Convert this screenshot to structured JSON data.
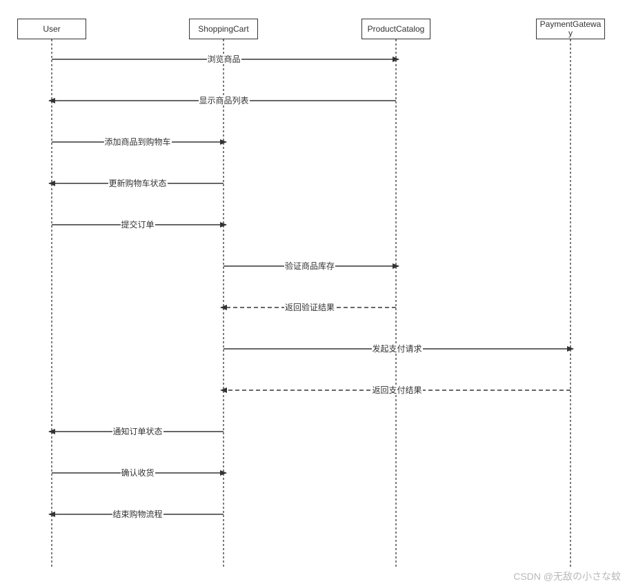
{
  "participants": [
    {
      "id": "user",
      "name": "User"
    },
    {
      "id": "cart",
      "name": "ShoppingCart"
    },
    {
      "id": "catalog",
      "name": "ProductCatalog"
    },
    {
      "id": "gateway",
      "name": "PaymentGateway"
    }
  ],
  "messages": [
    {
      "from": "user",
      "to": "catalog",
      "label": "浏览商品",
      "style": "solid"
    },
    {
      "from": "catalog",
      "to": "user",
      "label": "显示商品列表",
      "style": "solid"
    },
    {
      "from": "user",
      "to": "cart",
      "label": "添加商品到购物车",
      "style": "solid"
    },
    {
      "from": "cart",
      "to": "user",
      "label": "更新购物车状态",
      "style": "solid"
    },
    {
      "from": "user",
      "to": "cart",
      "label": "提交订单",
      "style": "solid"
    },
    {
      "from": "cart",
      "to": "catalog",
      "label": "验证商品库存",
      "style": "solid"
    },
    {
      "from": "catalog",
      "to": "cart",
      "label": "返回验证结果",
      "style": "dashed"
    },
    {
      "from": "cart",
      "to": "gateway",
      "label": "发起支付请求",
      "style": "solid"
    },
    {
      "from": "gateway",
      "to": "cart",
      "label": "返回支付结果",
      "style": "dashed"
    },
    {
      "from": "cart",
      "to": "user",
      "label": "通知订单状态",
      "style": "solid"
    },
    {
      "from": "user",
      "to": "cart",
      "label": "确认收货",
      "style": "solid"
    },
    {
      "from": "cart",
      "to": "user",
      "label": "结束购物流程",
      "style": "solid"
    }
  ],
  "watermark": "CSDN @无敌の小さな蚊",
  "colors": {
    "line": "#333333",
    "watermark": "#b8b8b8"
  }
}
